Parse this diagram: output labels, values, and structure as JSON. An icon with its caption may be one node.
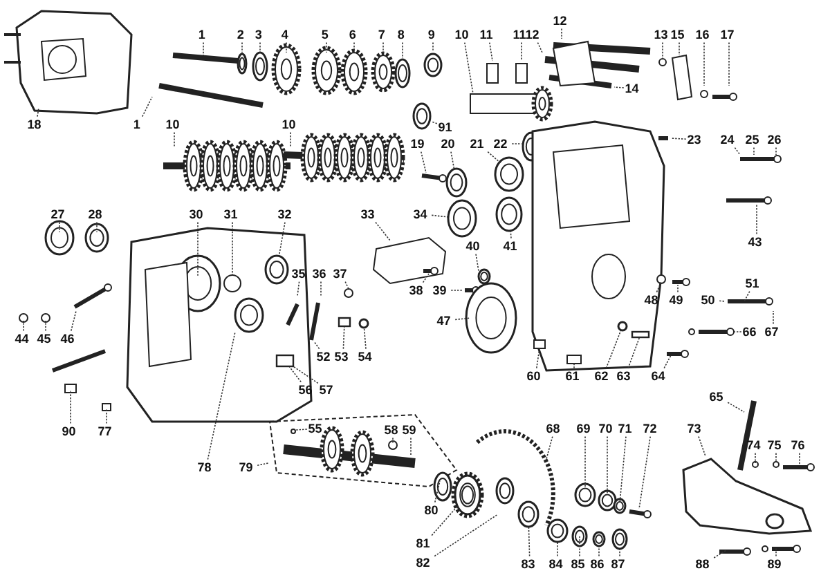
{
  "diagram": {
    "nodes": [
      {
        "text": [
          "1"
        ]
      },
      {
        "text": [
          "2"
        ]
      },
      {
        "text": [
          "3"
        ]
      },
      {
        "text": [
          "4"
        ]
      },
      {
        "text": [
          "5"
        ]
      },
      {
        "text": [
          "6"
        ]
      },
      {
        "text": [
          "7"
        ]
      },
      {
        "text": [
          "8"
        ]
      },
      {
        "text": [
          "9"
        ]
      },
      {
        "text": [
          "10"
        ]
      },
      {
        "text": [
          "11"
        ]
      },
      {
        "text": [
          "11"
        ]
      },
      {
        "text": [
          "12"
        ]
      },
      {
        "text": [
          "12"
        ]
      },
      {
        "text": [
          "13"
        ]
      },
      {
        "text": [
          "15"
        ]
      },
      {
        "text": [
          "16"
        ]
      },
      {
        "text": [
          "17"
        ]
      },
      {
        "text": [
          "14"
        ]
      },
      {
        "text": [
          "18"
        ]
      },
      {
        "text": [
          "1"
        ]
      },
      {
        "text": [
          "10"
        ]
      },
      {
        "text": [
          "10"
        ]
      },
      {
        "text": [
          "91"
        ]
      },
      {
        "text": [
          "19"
        ]
      },
      {
        "text": [
          "20"
        ]
      },
      {
        "text": [
          "21"
        ]
      },
      {
        "text": [
          "22"
        ]
      },
      {
        "text": [
          "23"
        ]
      },
      {
        "text": [
          "24"
        ]
      },
      {
        "text": [
          "25"
        ]
      },
      {
        "text": [
          "26"
        ]
      },
      {
        "text": [
          "27"
        ]
      },
      {
        "text": [
          "28"
        ]
      },
      {
        "text": [
          "30"
        ]
      },
      {
        "text": [
          "31"
        ]
      },
      {
        "text": [
          "32"
        ]
      },
      {
        "text": [
          "33"
        ]
      },
      {
        "text": [
          "34"
        ]
      },
      {
        "text": [
          "43"
        ]
      },
      {
        "text": [
          "35"
        ]
      },
      {
        "text": [
          "36"
        ]
      },
      {
        "text": [
          "37"
        ]
      },
      {
        "text": [
          "40"
        ]
      },
      {
        "text": [
          "41"
        ]
      },
      {
        "text": [
          "38"
        ]
      },
      {
        "text": [
          "39"
        ]
      },
      {
        "text": [
          "51"
        ]
      },
      {
        "text": [
          "50"
        ]
      },
      {
        "text": [
          "48"
        ]
      },
      {
        "text": [
          "49"
        ]
      },
      {
        "text": [
          "47"
        ]
      },
      {
        "text": [
          "44"
        ]
      },
      {
        "text": [
          "45"
        ]
      },
      {
        "text": [
          "46"
        ]
      },
      {
        "text": [
          "67"
        ]
      },
      {
        "text": [
          "66"
        ]
      },
      {
        "text": [
          "52"
        ]
      },
      {
        "text": [
          "53"
        ]
      },
      {
        "text": [
          "54"
        ]
      },
      {
        "text": [
          "60"
        ]
      },
      {
        "text": [
          "61"
        ]
      },
      {
        "text": [
          "62"
        ]
      },
      {
        "text": [
          "63"
        ]
      },
      {
        "text": [
          "64"
        ]
      },
      {
        "text": [
          "56"
        ]
      },
      {
        "text": [
          "57"
        ]
      },
      {
        "text": [
          "90"
        ]
      },
      {
        "text": [
          "77"
        ]
      },
      {
        "text": [
          "65"
        ]
      },
      {
        "text": [
          "55"
        ]
      },
      {
        "text": [
          "58"
        ]
      },
      {
        "text": [
          "59"
        ]
      },
      {
        "text": [
          "68"
        ]
      },
      {
        "text": [
          "69"
        ]
      },
      {
        "text": [
          "70"
        ]
      },
      {
        "text": [
          "71"
        ]
      },
      {
        "text": [
          "72"
        ]
      },
      {
        "text": [
          "73"
        ]
      },
      {
        "text": [
          "74"
        ]
      },
      {
        "text": [
          "75"
        ]
      },
      {
        "text": [
          "76"
        ]
      },
      {
        "text": [
          "78"
        ]
      },
      {
        "text": [
          "79"
        ]
      },
      {
        "text": [
          "80"
        ]
      },
      {
        "text": [
          "81"
        ]
      },
      {
        "text": [
          "82"
        ]
      },
      {
        "text": [
          "83"
        ]
      },
      {
        "text": [
          "84"
        ]
      },
      {
        "text": [
          "85"
        ]
      },
      {
        "text": [
          "86"
        ]
      },
      {
        "text": [
          "87"
        ]
      },
      {
        "text": [
          "88"
        ]
      },
      {
        "text": [
          "89"
        ]
      },
      {
        "text": [],
        "shape": "bar"
      },
      {
        "text": [],
        "shape": "circle"
      },
      {
        "text": [],
        "shape": "circle"
      },
      {
        "text": [],
        "shape": "circle"
      },
      {
        "text": [],
        "shape": "bar"
      },
      {
        "text": [],
        "shape": "circle"
      },
      {
        "text": [],
        "shape": "circle"
      },
      {
        "text": [],
        "shape": "circle"
      },
      {
        "text": [],
        "shape": "circle"
      },
      {
        "text": [],
        "shape": "circle"
      },
      {
        "text": [],
        "shape": "circle"
      },
      {
        "text": [],
        "shape": "bar"
      },
      {
        "text": [],
        "shape": "circle"
      }
    ],
    "edges": [
      {
        "from": 0,
        "to": null,
        "arrow": "none"
      },
      {
        "from": 1,
        "to": null,
        "arrow": "none"
      },
      {
        "from": 2,
        "to": null,
        "arrow": "none"
      },
      {
        "from": 3,
        "to": null,
        "arrow": "none"
      },
      {
        "from": 4,
        "to": null,
        "arrow": "none"
      },
      {
        "from": 5,
        "to": null,
        "arrow": "none"
      },
      {
        "from": 6,
        "to": null,
        "arrow": "none"
      },
      {
        "from": 7,
        "to": null,
        "arrow": "none"
      },
      {
        "from": 8,
        "to": null,
        "arrow": "none"
      },
      {
        "from": 9,
        "to": null,
        "arrow": "none"
      },
      {
        "from": 10,
        "to": null,
        "arrow": "none"
      },
      {
        "from": 11,
        "to": null,
        "arrow": "none"
      },
      {
        "from": 12,
        "to": null,
        "arrow": "none"
      },
      {
        "from": 13,
        "to": null,
        "arrow": "none"
      },
      {
        "from": 14,
        "to": null,
        "arrow": "none"
      },
      {
        "from": 15,
        "to": null,
        "arrow": "none"
      },
      {
        "from": 16,
        "to": null,
        "arrow": "none"
      },
      {
        "from": 17,
        "to": null,
        "arrow": "none"
      },
      {
        "from": 18,
        "to": null,
        "arrow": "none"
      },
      {
        "from": 19,
        "to": null,
        "arrow": "none"
      },
      {
        "from": 20,
        "to": null,
        "arrow": "none"
      },
      {
        "from": 21,
        "to": null,
        "arrow": "none"
      },
      {
        "from": 22,
        "to": null,
        "arrow": "none"
      },
      {
        "from": 23,
        "to": null,
        "arrow": "none"
      },
      {
        "from": 24,
        "to": null,
        "arrow": "none"
      },
      {
        "from": 25,
        "to": 95,
        "arrow": "none"
      },
      {
        "from": 26,
        "to": null,
        "arrow": "none"
      },
      {
        "from": 27,
        "to": null,
        "arrow": "none"
      },
      {
        "from": 28,
        "to": null,
        "arrow": "none"
      },
      {
        "from": 29,
        "to": null,
        "arrow": "none"
      },
      {
        "from": 30,
        "to": null,
        "arrow": "none"
      },
      {
        "from": 31,
        "to": null,
        "arrow": "none"
      },
      {
        "from": 32,
        "to": null,
        "arrow": "none"
      },
      {
        "from": 33,
        "to": null,
        "arrow": "none"
      },
      {
        "from": 34,
        "to": null,
        "arrow": "none"
      },
      {
        "from": 35,
        "to": null,
        "arrow": "none"
      },
      {
        "from": 36,
        "to": 96,
        "arrow": "none"
      },
      {
        "from": 37,
        "to": null,
        "arrow": "none"
      },
      {
        "from": 38,
        "to": 97,
        "arrow": "none"
      },
      {
        "from": 39,
        "to": null,
        "arrow": "none"
      },
      {
        "from": 40,
        "to": null,
        "arrow": "none"
      },
      {
        "from": 41,
        "to": null,
        "arrow": "none"
      },
      {
        "from": 42,
        "to": null,
        "arrow": "none"
      },
      {
        "from": 43,
        "to": null,
        "arrow": "none"
      },
      {
        "from": 44,
        "to": null,
        "arrow": "none"
      },
      {
        "from": 45,
        "to": null,
        "arrow": "none"
      },
      {
        "from": 46,
        "to": null,
        "arrow": "none"
      },
      {
        "from": 47,
        "to": null,
        "arrow": "none"
      },
      {
        "from": 48,
        "to": null,
        "arrow": "none"
      },
      {
        "from": 49,
        "to": null,
        "arrow": "none"
      },
      {
        "from": 50,
        "to": null,
        "arrow": "none"
      },
      {
        "from": 51,
        "to": null,
        "arrow": "none"
      },
      {
        "from": 52,
        "to": null,
        "arrow": "none"
      },
      {
        "from": 53,
        "to": null,
        "arrow": "none"
      },
      {
        "from": 54,
        "to": null,
        "arrow": "none"
      },
      {
        "from": 55,
        "to": null,
        "arrow": "none"
      },
      {
        "from": 56,
        "to": null,
        "arrow": "none"
      },
      {
        "from": 57,
        "to": null,
        "arrow": "none"
      },
      {
        "from": 58,
        "to": 98,
        "arrow": "none"
      },
      {
        "from": 59,
        "to": 99,
        "arrow": "none"
      },
      {
        "from": 60,
        "to": null,
        "arrow": "none"
      },
      {
        "from": 61,
        "to": null,
        "arrow": "none"
      },
      {
        "from": 62,
        "to": 100,
        "arrow": "none"
      },
      {
        "from": 63,
        "to": 105,
        "arrow": "none"
      },
      {
        "from": 64,
        "to": null,
        "arrow": "none"
      },
      {
        "from": 65,
        "to": 94,
        "arrow": "none"
      },
      {
        "from": 66,
        "to": 94,
        "arrow": "none"
      },
      {
        "from": 67,
        "to": null,
        "arrow": "none"
      },
      {
        "from": 68,
        "to": null,
        "arrow": "none"
      },
      {
        "from": 69,
        "to": null,
        "arrow": "none"
      },
      {
        "from": 70,
        "to": null,
        "arrow": "none"
      },
      {
        "from": 71,
        "to": null,
        "arrow": "none"
      },
      {
        "from": 72,
        "to": null,
        "arrow": "none"
      },
      {
        "from": 73,
        "to": null,
        "arrow": "none"
      },
      {
        "from": 74,
        "to": null,
        "arrow": "none"
      },
      {
        "from": 75,
        "to": null,
        "arrow": "none"
      },
      {
        "from": 76,
        "to": null,
        "arrow": "none"
      },
      {
        "from": 77,
        "to": null,
        "arrow": "none"
      },
      {
        "from": 78,
        "to": null,
        "arrow": "none"
      },
      {
        "from": 79,
        "to": null,
        "arrow": "none"
      },
      {
        "from": 80,
        "to": null,
        "arrow": "none"
      },
      {
        "from": 81,
        "to": null,
        "arrow": "none"
      },
      {
        "from": 82,
        "to": null,
        "arrow": "none"
      },
      {
        "from": 83,
        "to": null,
        "arrow": "none"
      },
      {
        "from": 84,
        "to": null,
        "arrow": "none"
      },
      {
        "from": 85,
        "to": 101,
        "arrow": "none"
      },
      {
        "from": 86,
        "to": null,
        "arrow": "none"
      },
      {
        "from": 87,
        "to": 106,
        "arrow": "none"
      },
      {
        "from": 88,
        "to": 102,
        "arrow": "none"
      },
      {
        "from": 89,
        "to": null,
        "arrow": "none"
      },
      {
        "from": 90,
        "to": 103,
        "arrow": "none"
      },
      {
        "from": 91,
        "to": 104,
        "arrow": "none"
      },
      {
        "from": 92,
        "to": null,
        "arrow": "none"
      },
      {
        "from": 93,
        "to": null,
        "arrow": "none"
      }
    ]
  }
}
